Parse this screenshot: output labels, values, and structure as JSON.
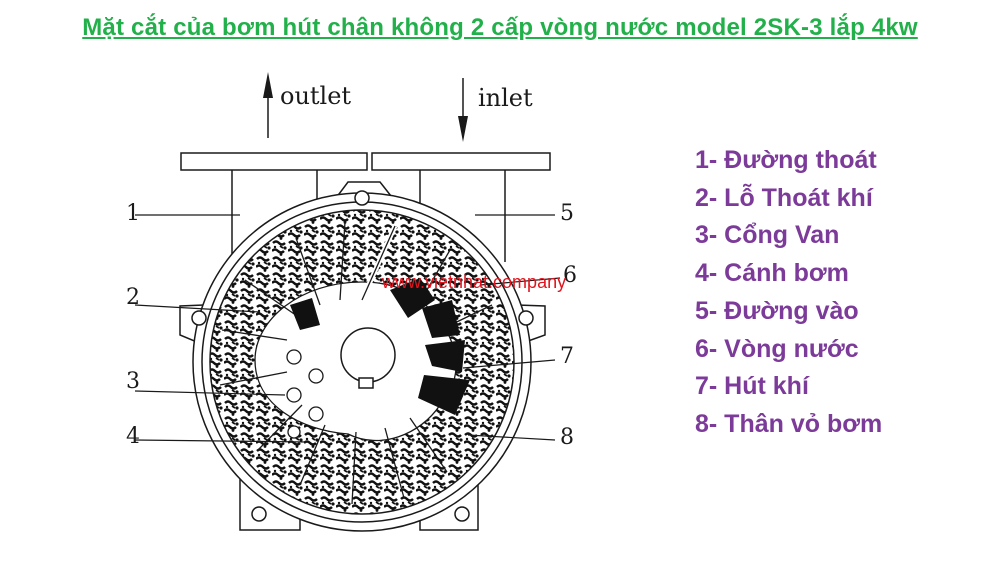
{
  "title": "Mặt cắt của bơm hút chân không 2 cấp vòng nước model 2SK-3 lắp 4kw",
  "diagram": {
    "outlet_label": "outlet",
    "inlet_label": "inlet",
    "watermark": "www.vietnhat.company",
    "callouts": [
      "1",
      "2",
      "3",
      "4",
      "5",
      "6",
      "7",
      "8"
    ]
  },
  "legend": [
    "1- Đường thoát",
    "2- Lỗ Thoát khí",
    "3- Cổng Van",
    "4- Cánh bơm",
    "5- Đường vào",
    "6- Vòng nước",
    "7- Hút khí",
    "8- Thân vỏ bơm"
  ],
  "colors": {
    "title": "#22b04a",
    "legend": "#7c3a99",
    "watermark": "#e0141e",
    "line": "#1a1a1a"
  }
}
